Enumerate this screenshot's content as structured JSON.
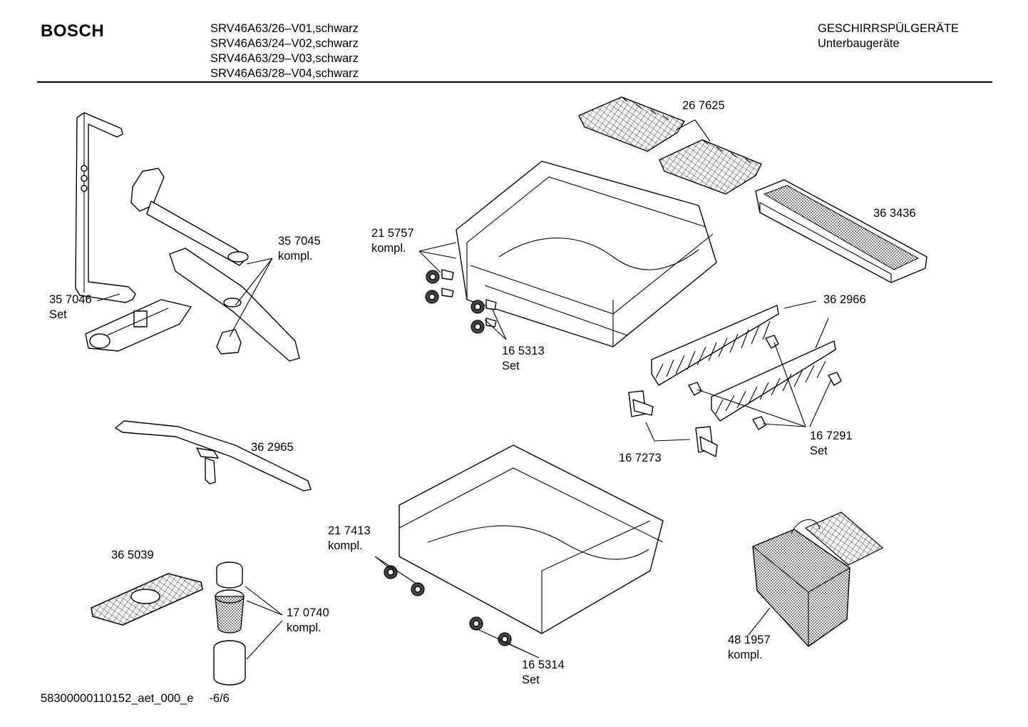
{
  "header": {
    "brand": "BOSCH",
    "models": [
      "SRV46A63/26–V01,schwarz",
      "SRV46A63/24–V02,schwarz",
      "SRV46A63/29–V03,schwarz",
      "SRV46A63/28–V04,schwarz"
    ],
    "category": "GESCHIRRSPÜLGERÄTE",
    "subcategory": "Unterbaugeräte"
  },
  "parts": {
    "p357045": {
      "number": "35 7045",
      "note": "kompl."
    },
    "p357046": {
      "number": "35 7046",
      "note": "Set"
    },
    "p362965": {
      "number": "36 2965"
    },
    "p365039": {
      "number": "36 5039"
    },
    "p170740": {
      "number": "17 0740",
      "note": "kompl."
    },
    "p215757": {
      "number": "21 5757",
      "note": "kompl."
    },
    "p165313": {
      "number": "16 5313",
      "note": "Set"
    },
    "p267625": {
      "number": "26 7625"
    },
    "p363436": {
      "number": "36 3436"
    },
    "p362966": {
      "number": "36 2966"
    },
    "p167291": {
      "number": "16 7291",
      "note": "Set"
    },
    "p167273": {
      "number": "16 7273"
    },
    "p217413": {
      "number": "21 7413",
      "note": "kompl."
    },
    "p165314": {
      "number": "16 5314",
      "note": "Set"
    },
    "p481957": {
      "number": "48 1957",
      "note": "kompl."
    }
  },
  "footer": {
    "doc_id": "58300000110152_aet_000_e",
    "page": "-6/6"
  }
}
